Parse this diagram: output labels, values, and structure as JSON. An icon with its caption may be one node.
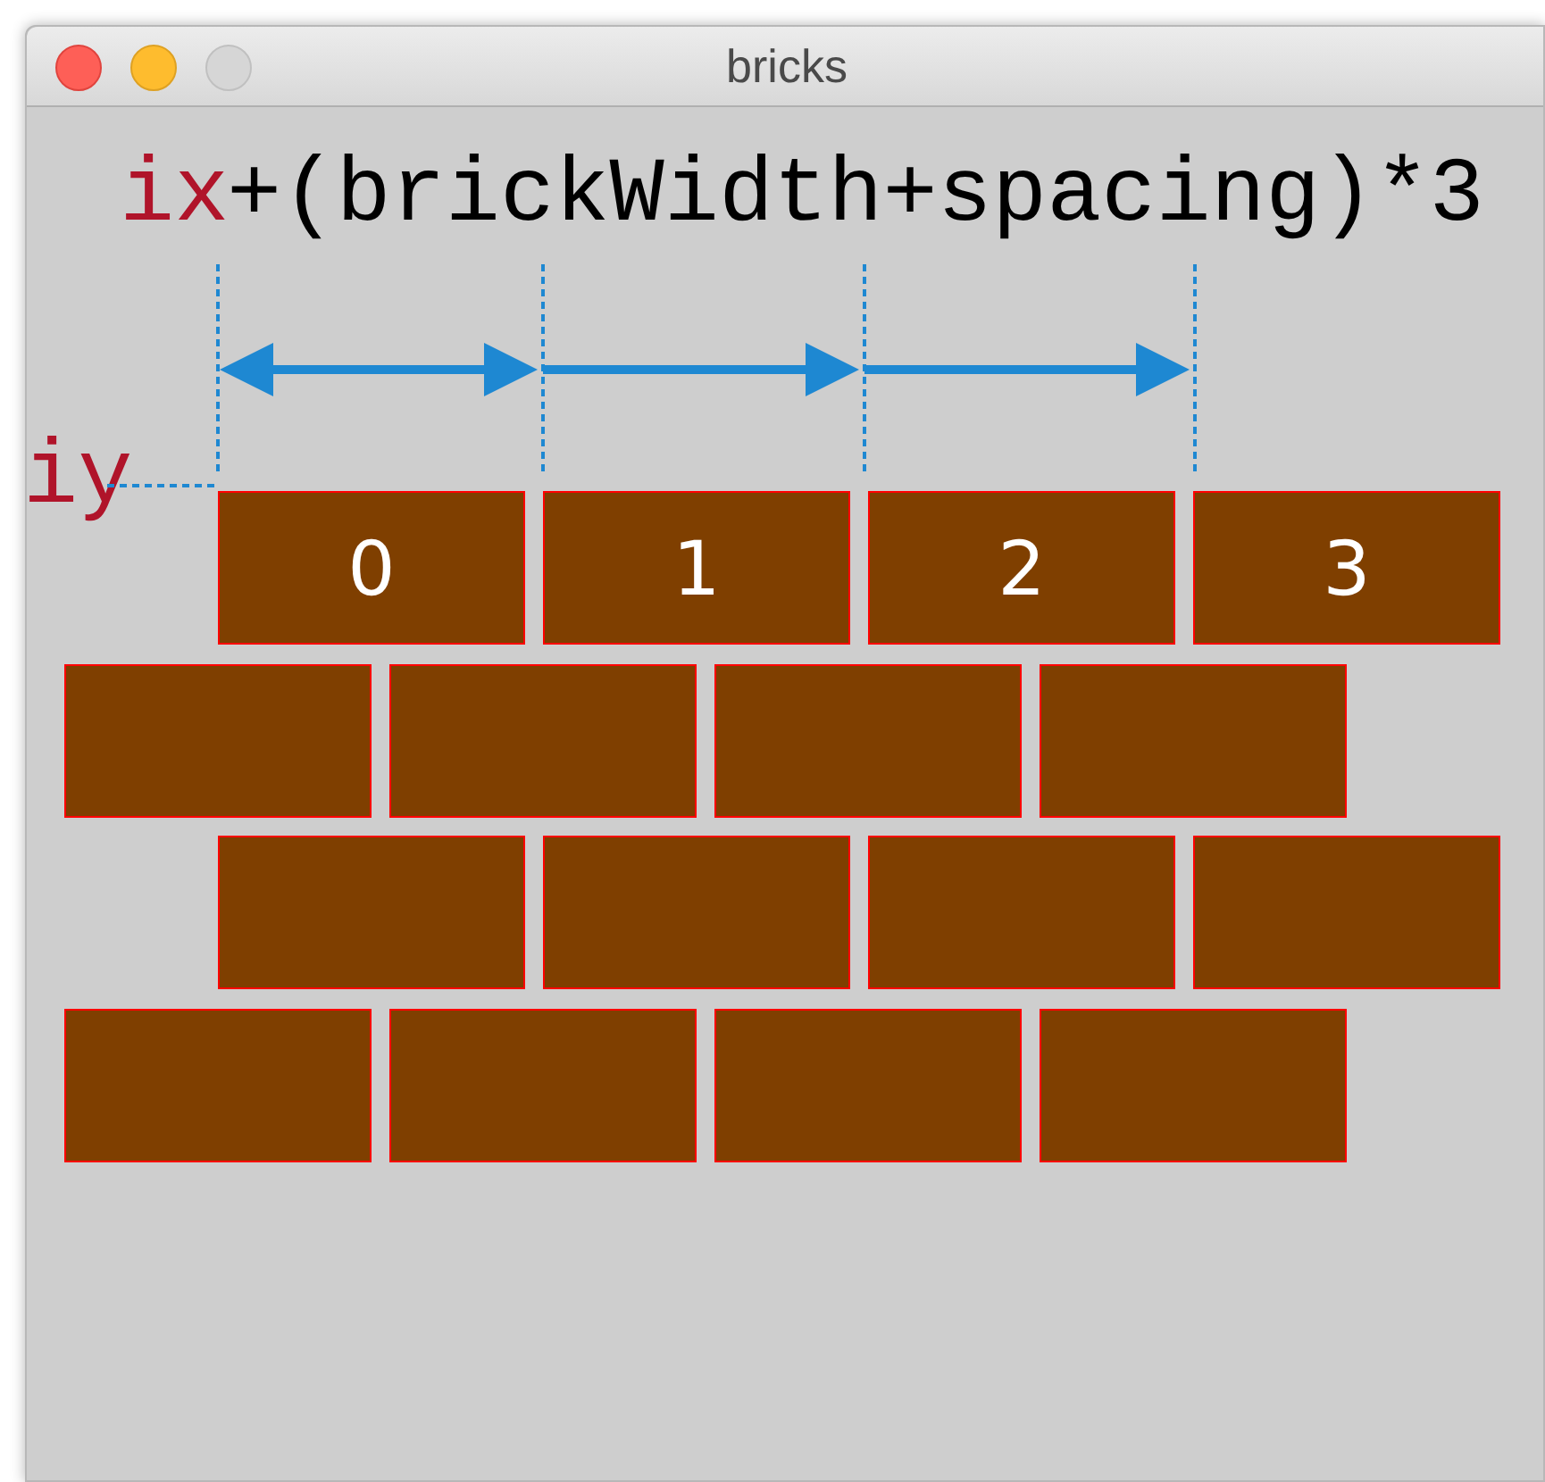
{
  "diagram": {
    "title": "bricks",
    "nodes": [
      {
        "text": [
          "0"
        ]
      },
      {
        "text": [
          "1"
        ]
      },
      {
        "text": [
          "2"
        ]
      },
      {
        "text": [
          "3"
        ]
      },
      {
        "text": [],
        "shape": "box"
      },
      {
        "text": [],
        "shape": "box"
      },
      {
        "text": [],
        "shape": "box"
      },
      {
        "text": [],
        "shape": "box"
      },
      {
        "text": [],
        "shape": "box"
      },
      {
        "text": [],
        "shape": "box"
      },
      {
        "text": [],
        "shape": "box"
      },
      {
        "text": [],
        "shape": "box"
      },
      {
        "text": [],
        "shape": "box"
      },
      {
        "text": [],
        "shape": "box"
      },
      {
        "text": [],
        "shape": "box"
      },
      {
        "text": [],
        "shape": "box"
      }
    ],
    "edges": [],
    "labels": [
      "ix",
      "+(brickWidth+spacing)*3",
      "iy"
    ]
  }
}
